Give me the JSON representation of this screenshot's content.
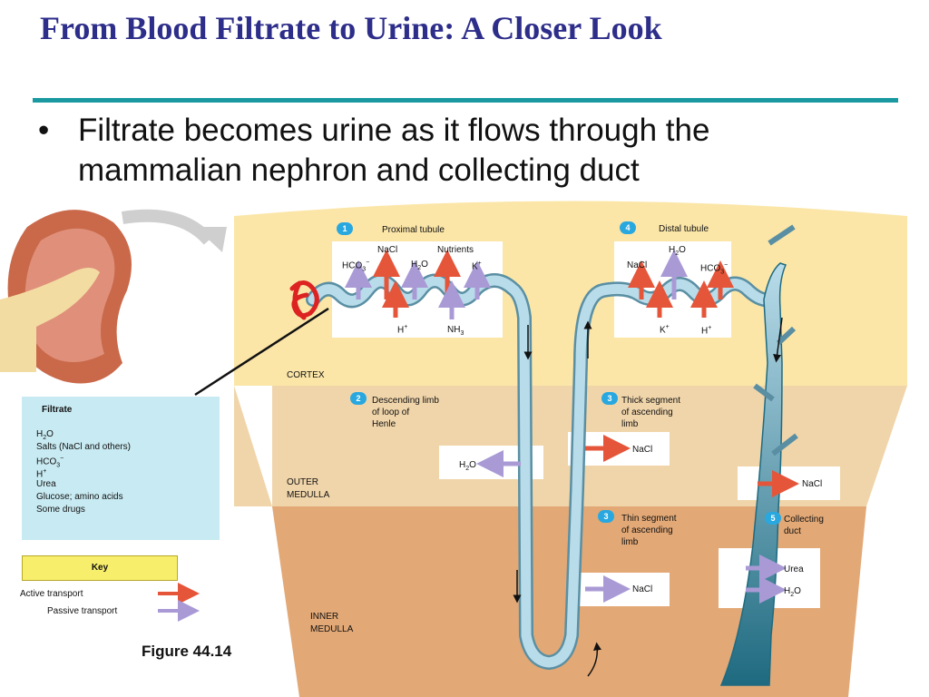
{
  "slide": {
    "title": "From Blood Filtrate to Urine: A Closer Look",
    "bullet_lines": [
      "Filtrate becomes urine as it flows through the",
      "mammalian nephron and collecting duct"
    ],
    "figure_label": "Figure 44.14"
  },
  "regions": {
    "cortex": "CORTEX",
    "outer_medulla_1": "OUTER",
    "outer_medulla_2": "MEDULLA",
    "inner_medulla_1": "INNER",
    "inner_medulla_2": "MEDULLA"
  },
  "sections": {
    "s1": {
      "num": "1",
      "label": "Proximal tubule"
    },
    "s2": {
      "num": "2",
      "label_lines": [
        "Descending limb",
        "of loop of",
        "Henle"
      ]
    },
    "s3a": {
      "num": "3",
      "label_lines": [
        "Thick segment",
        "of ascending",
        "limb"
      ]
    },
    "s3b": {
      "num": "3",
      "label_lines": [
        "Thin segment",
        "of ascending",
        "limb"
      ]
    },
    "s4": {
      "num": "4",
      "label": "Distal tubule"
    },
    "s5": {
      "num": "5",
      "label_lines": [
        "Collecting",
        "duct"
      ]
    }
  },
  "substances": {
    "nacl": "NaCl",
    "nutrients": "Nutrients",
    "hco3": "HCO",
    "h2o_h": "H",
    "h2o_o": "O",
    "k": "K",
    "h": "H",
    "nh3": "NH",
    "urea": "Urea",
    "plus": "+",
    "minus": "−",
    "sub2": "2",
    "sub3": "3"
  },
  "filtrate": {
    "heading": "Filtrate",
    "items": [
      "Salts (NaCl and others)",
      "Urea",
      "Glucose; amino acids",
      "Some drugs"
    ]
  },
  "key": {
    "heading": "Key",
    "active": "Active transport",
    "passive": "Passive transport"
  },
  "colors": {
    "active": "#e5553a",
    "passive": "#a99ad6",
    "cortex": "#fbe6a8",
    "outer_medulla": "#f0d5aa",
    "inner_medulla": "#e2a876",
    "tubule": "#b9dcea",
    "tubule_dark": "#1f6a80",
    "title": "#2d2d8a",
    "rule": "#1a9aa0",
    "filtrate_bg": "#c8eaf2",
    "key_bg": "#f7ef6b"
  }
}
